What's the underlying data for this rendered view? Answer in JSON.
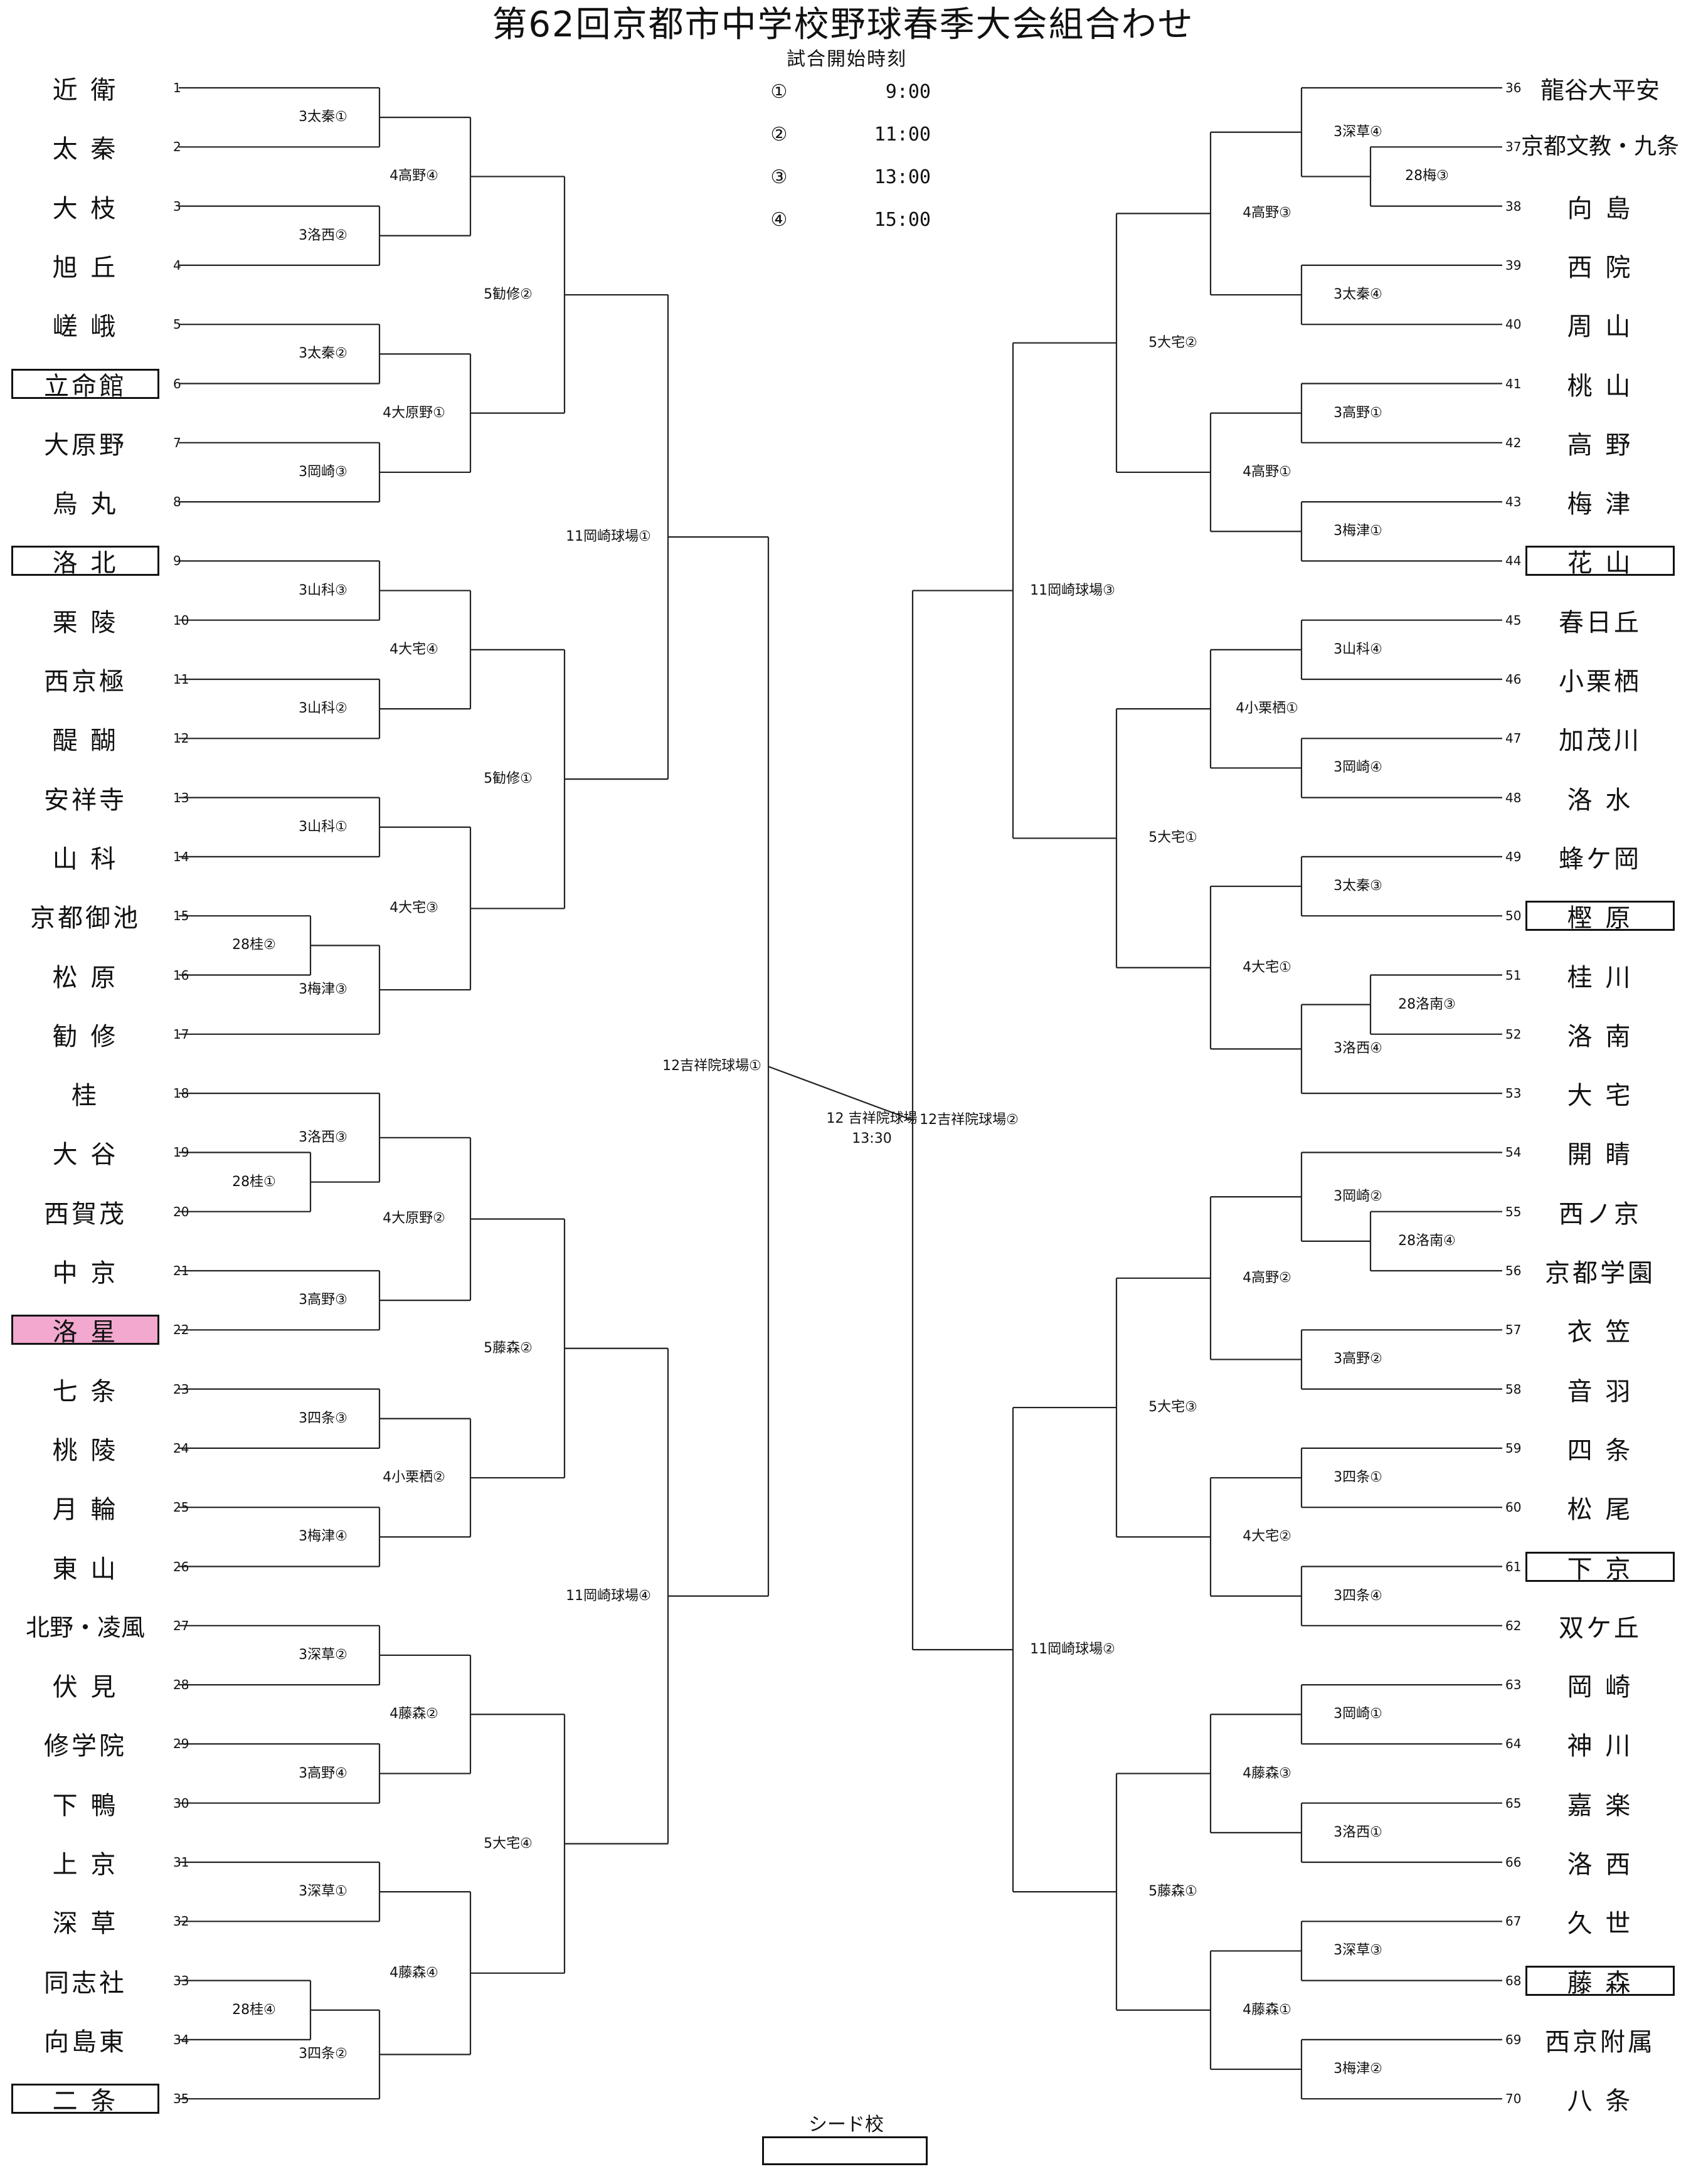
{
  "title": "第62回京都市中学校野球春季大会組合わせ",
  "legend": {
    "heading": "試合開始時刻",
    "times": [
      {
        "mark": "①",
        "time": "9:00"
      },
      {
        "mark": "②",
        "time": "11:00"
      },
      {
        "mark": "③",
        "time": "13:00"
      },
      {
        "mark": "④",
        "time": "15:00"
      }
    ]
  },
  "seed_legend": "シード校",
  "colors": {
    "line": "#222222",
    "seed_border": "#111111",
    "highlight": "#f2a8cf"
  },
  "final": {
    "venue": "12 吉祥院球場",
    "time": "13:30"
  },
  "left_teams": [
    {
      "num": "1",
      "name": "近 衛"
    },
    {
      "num": "2",
      "name": "太 秦"
    },
    {
      "num": "3",
      "name": "大 枝"
    },
    {
      "num": "4",
      "name": "旭 丘"
    },
    {
      "num": "5",
      "name": "嵯 峨"
    },
    {
      "num": "6",
      "name": "立命館",
      "seed": true
    },
    {
      "num": "7",
      "name": "大原野"
    },
    {
      "num": "8",
      "name": "烏 丸"
    },
    {
      "num": "9",
      "name": "洛 北",
      "seed": true
    },
    {
      "num": "10",
      "name": "栗 陵"
    },
    {
      "num": "11",
      "name": "西京極"
    },
    {
      "num": "12",
      "name": "醍 醐"
    },
    {
      "num": "13",
      "name": "安祥寺"
    },
    {
      "num": "14",
      "name": "山 科"
    },
    {
      "num": "15",
      "name": "京都御池"
    },
    {
      "num": "16",
      "name": "松 原"
    },
    {
      "num": "17",
      "name": "勧 修"
    },
    {
      "num": "18",
      "name": "桂"
    },
    {
      "num": "19",
      "name": "大 谷"
    },
    {
      "num": "20",
      "name": "西賀茂"
    },
    {
      "num": "21",
      "name": "中 京"
    },
    {
      "num": "22",
      "name": "洛 星",
      "seed": true,
      "highlight": true
    },
    {
      "num": "23",
      "name": "七 条"
    },
    {
      "num": "24",
      "name": "桃 陵"
    },
    {
      "num": "25",
      "name": "月 輪"
    },
    {
      "num": "26",
      "name": "東 山"
    },
    {
      "num": "27",
      "name": "北野・凌風"
    },
    {
      "num": "28",
      "name": "伏 見"
    },
    {
      "num": "29",
      "name": "修学院"
    },
    {
      "num": "30",
      "name": "下 鴨"
    },
    {
      "num": "31",
      "name": "上 京"
    },
    {
      "num": "32",
      "name": "深 草"
    },
    {
      "num": "33",
      "name": "同志社"
    },
    {
      "num": "34",
      "name": "向島東"
    },
    {
      "num": "35",
      "name": "二 条",
      "seed": true
    }
  ],
  "right_teams": [
    {
      "num": "36",
      "name": "龍谷大平安"
    },
    {
      "num": "37",
      "name": "京都文教・九条"
    },
    {
      "num": "38",
      "name": "向 島"
    },
    {
      "num": "39",
      "name": "西 院"
    },
    {
      "num": "40",
      "name": "周 山"
    },
    {
      "num": "41",
      "name": "桃 山"
    },
    {
      "num": "42",
      "name": "高 野"
    },
    {
      "num": "43",
      "name": "梅 津"
    },
    {
      "num": "44",
      "name": "花 山",
      "seed": true
    },
    {
      "num": "45",
      "name": "春日丘"
    },
    {
      "num": "46",
      "name": "小栗栖"
    },
    {
      "num": "47",
      "name": "加茂川"
    },
    {
      "num": "48",
      "name": "洛 水"
    },
    {
      "num": "49",
      "name": "蜂ケ岡"
    },
    {
      "num": "50",
      "name": "樫 原",
      "seed": true
    },
    {
      "num": "51",
      "name": "桂 川"
    },
    {
      "num": "52",
      "name": "洛 南"
    },
    {
      "num": "53",
      "name": "大 宅"
    },
    {
      "num": "54",
      "name": "開 睛"
    },
    {
      "num": "55",
      "name": "西ノ京"
    },
    {
      "num": "56",
      "name": "京都学園"
    },
    {
      "num": "57",
      "name": "衣 笠"
    },
    {
      "num": "58",
      "name": "音 羽"
    },
    {
      "num": "59",
      "name": "四 条"
    },
    {
      "num": "60",
      "name": "松 尾"
    },
    {
      "num": "61",
      "name": "下 京",
      "seed": true
    },
    {
      "num": "62",
      "name": "双ケ丘"
    },
    {
      "num": "63",
      "name": "岡 崎"
    },
    {
      "num": "64",
      "name": "神 川"
    },
    {
      "num": "65",
      "name": "嘉 楽"
    },
    {
      "num": "66",
      "name": "洛 西"
    },
    {
      "num": "67",
      "name": "久 世"
    },
    {
      "num": "68",
      "name": "藤 森",
      "seed": true
    },
    {
      "num": "69",
      "name": "西京附属"
    },
    {
      "num": "70",
      "name": "八 条"
    }
  ],
  "left_labels": {
    "prelim": [
      "28桂②",
      "28桂①",
      "28桂④"
    ],
    "r1": [
      "3太秦①",
      "3洛西②",
      "3太秦②",
      "3岡崎③",
      "3山科③",
      "3山科②",
      "3山科①",
      "3梅津③",
      "3洛西③",
      "3高野③",
      "3四条③",
      "3梅津④",
      "3深草②",
      "3高野④",
      "3深草①",
      "3四条②"
    ],
    "r2": [
      "4高野④",
      "4大原野①",
      "4大宅④",
      "4大宅③",
      "4大原野②",
      "4小栗栖②",
      "4藤森②",
      "4藤森④"
    ],
    "r3": [
      "5勧修②",
      "5勧修①",
      "5藤森②",
      "5大宅④"
    ],
    "r4": [
      "11岡崎球場①",
      "11岡崎球場④"
    ],
    "r5": "12吉祥院球場①"
  },
  "right_labels": {
    "prelim": [
      "28梅③",
      "28洛南③",
      "28洛南④"
    ],
    "r1": [
      "3深草④",
      "3太秦④",
      "3高野①",
      "3梅津①",
      "3山科④",
      "3岡崎④",
      "3太秦③",
      "3洛西④",
      "3岡崎②",
      "3高野②",
      "3四条①",
      "3四条④",
      "3岡崎①",
      "3洛西①",
      "3深草③",
      "3梅津②"
    ],
    "r2": [
      "4高野③",
      "4高野①",
      "4小栗栖①",
      "4大宅①",
      "4高野②",
      "4大宅②",
      "4藤森③",
      "4藤森①"
    ],
    "r3": [
      "5大宅②",
      "5大宅①",
      "5大宅③",
      "5藤森①"
    ],
    "r4": [
      "11岡崎球場③",
      "11岡崎球場②"
    ],
    "r5": "12吉祥院球場②"
  }
}
